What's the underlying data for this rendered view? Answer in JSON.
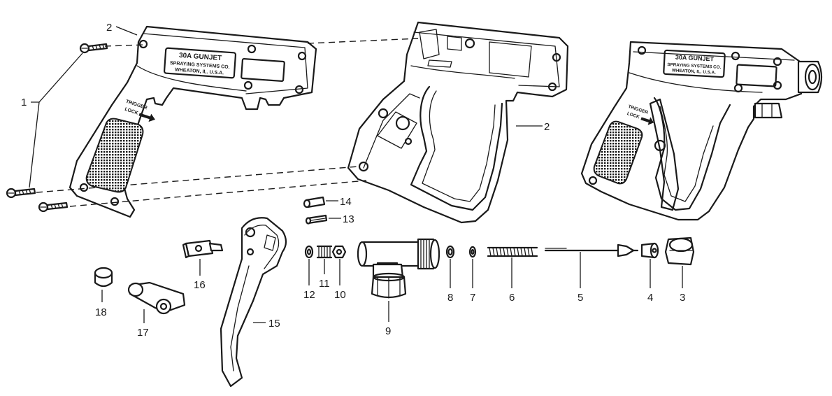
{
  "figure": {
    "nameplate_left": {
      "model": "30A GUNJET",
      "line2": "SPRAYING SYSTEMS CO.",
      "line3": "WHEATON, IL. U.S.A."
    },
    "nameplate_right": {
      "model": "30A GUNJET",
      "line2": "SPRAYING SYSTEMS CO.",
      "line3": "WHEATON, IL. U.S.A."
    },
    "trigger_lock_left": {
      "word1": "TRIGGER",
      "word2": "LOCK"
    },
    "trigger_lock_right": {
      "word1": "TRIGGER",
      "word2": "LOCK"
    }
  },
  "callouts": {
    "c1": "1",
    "c2a": "2",
    "c2b": "2",
    "c3": "3",
    "c4": "4",
    "c5": "5",
    "c6": "6",
    "c7": "7",
    "c8": "8",
    "c9": "9",
    "c10": "10",
    "c11": "11",
    "c12": "12",
    "c13": "13",
    "c14": "14",
    "c15": "15",
    "c16": "16",
    "c17": "17",
    "c18": "18"
  },
  "colors": {
    "ink": "#1a1a1a",
    "background": "#ffffff"
  }
}
